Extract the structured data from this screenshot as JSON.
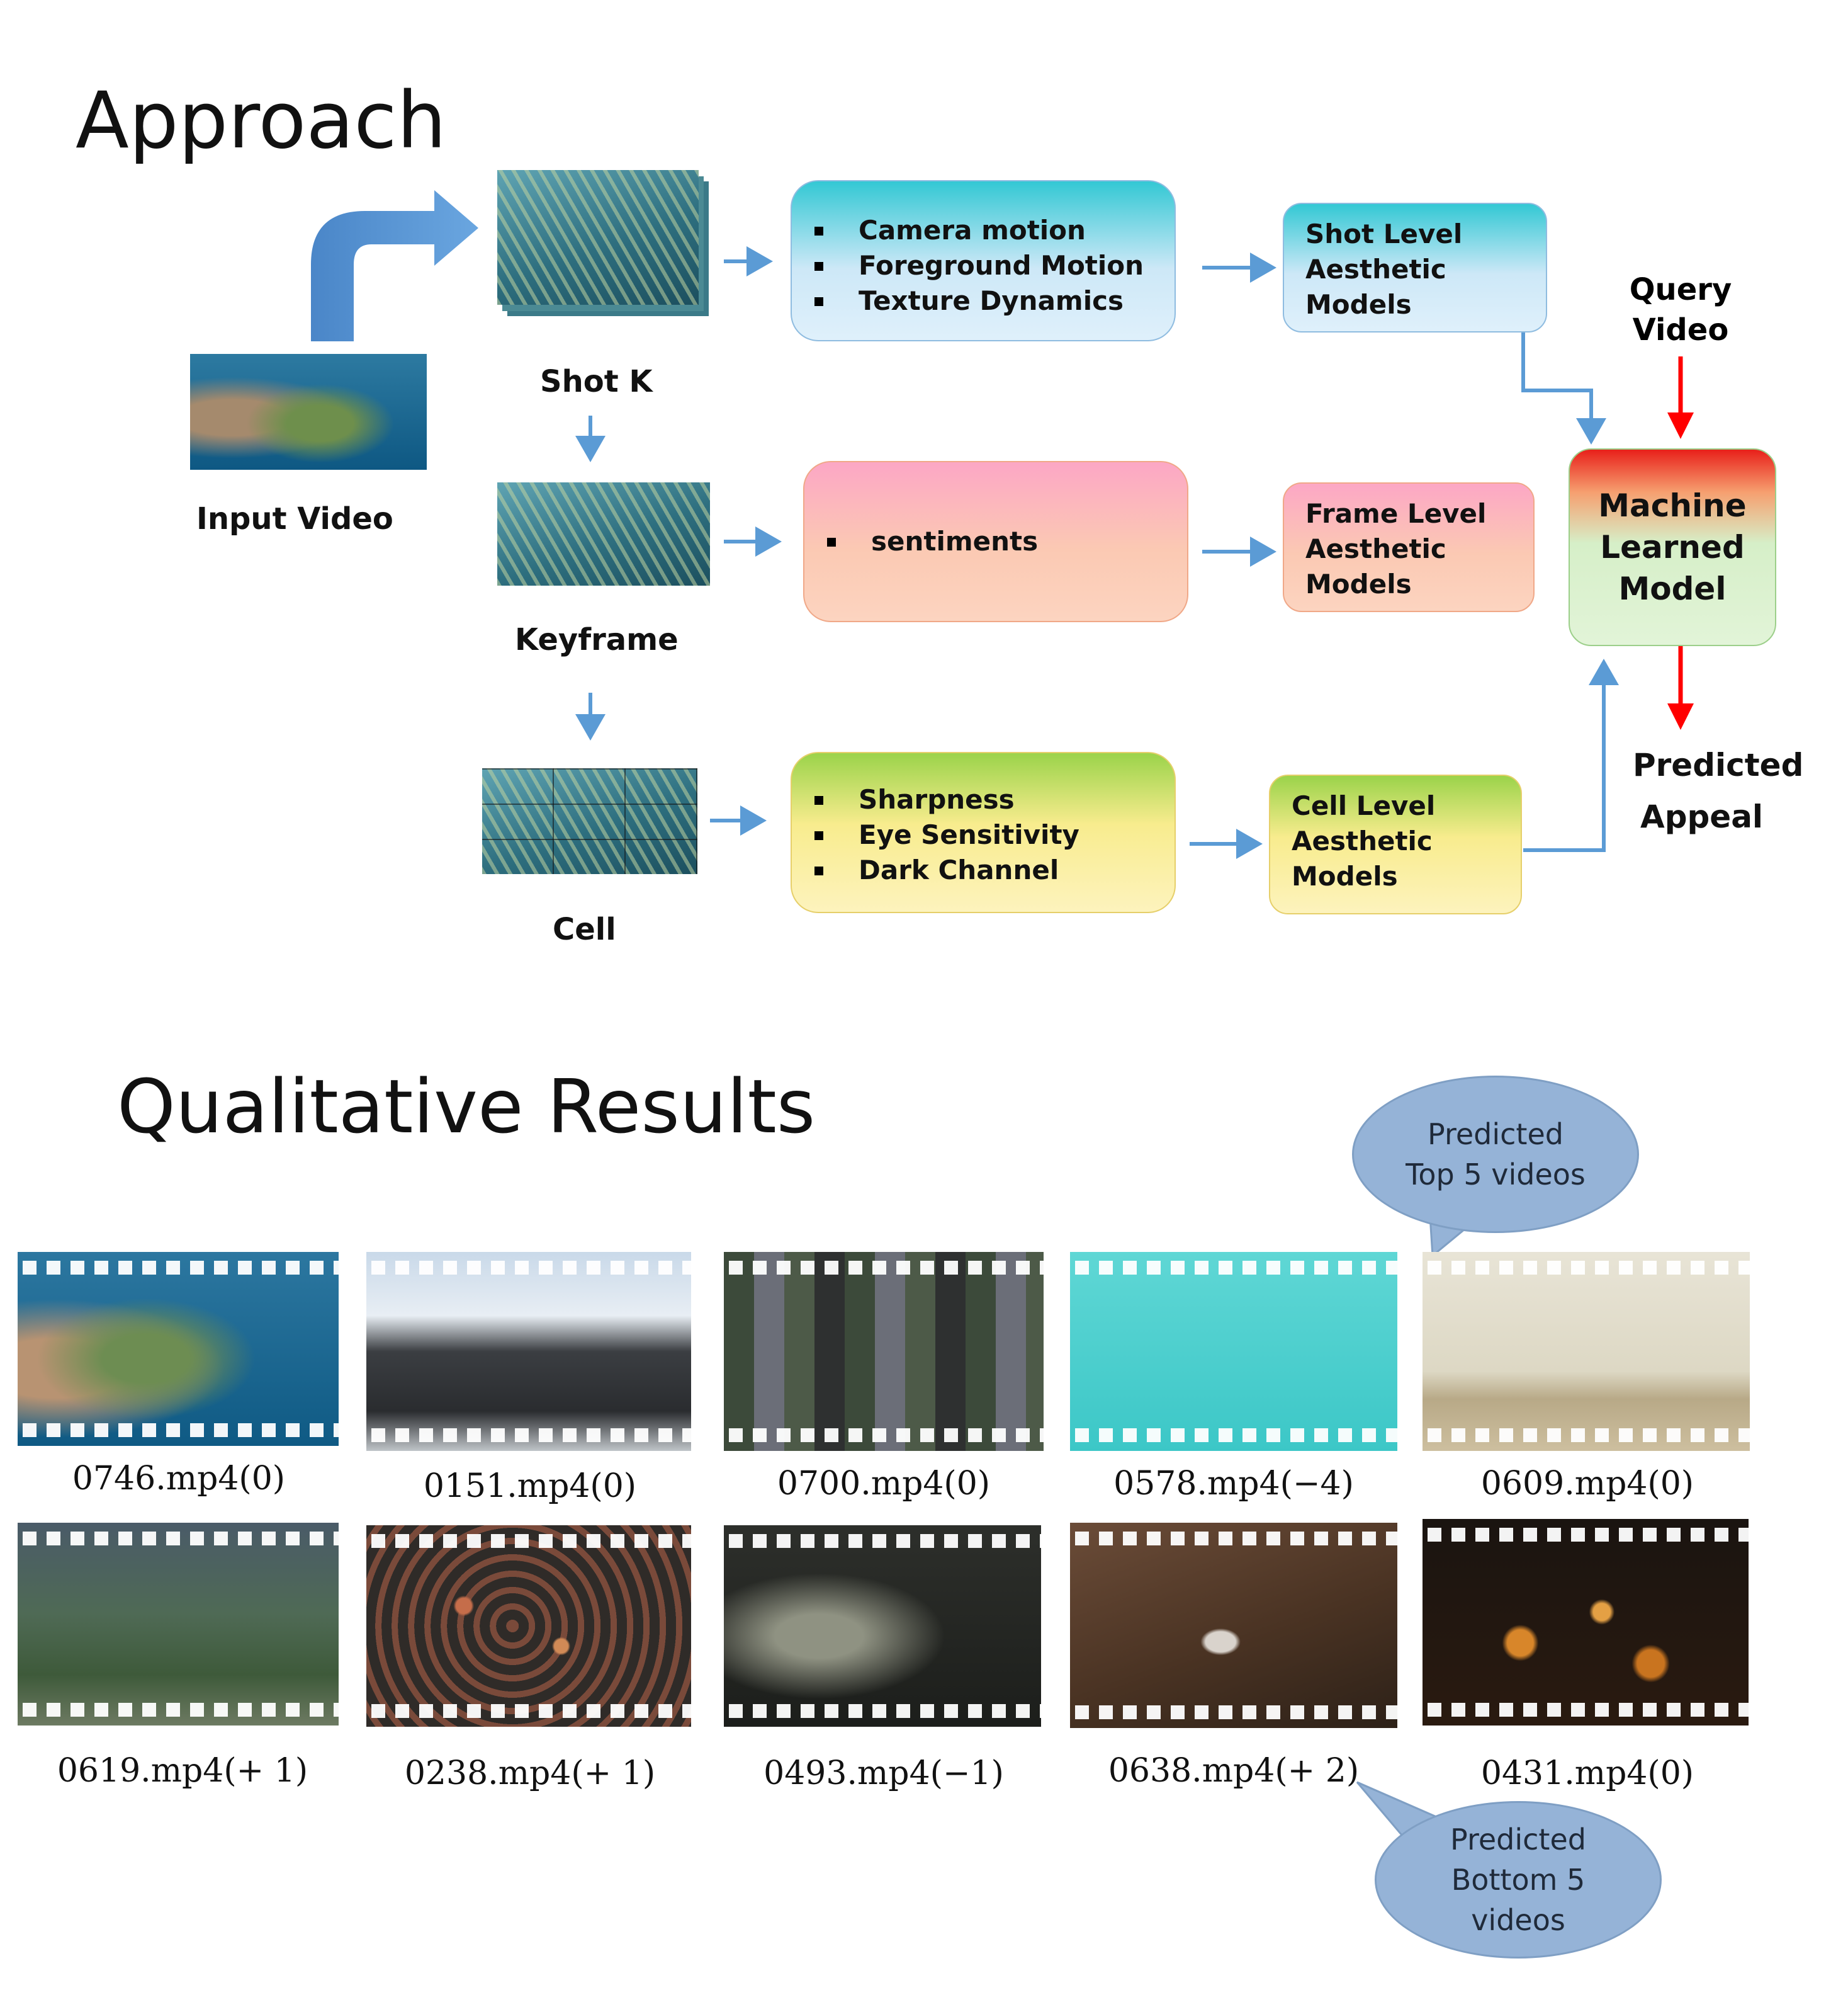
{
  "headings": {
    "approach": "Approach",
    "qualitative": "Qualitative Results"
  },
  "pipeline": {
    "input_label": "Input Video",
    "shot_label": "Shot K",
    "keyframe_label": "Keyframe",
    "cell_label": "Cell",
    "shot_features": [
      "Camera motion",
      "Foreground Motion",
      "Texture Dynamics"
    ],
    "frame_features": [
      "sentiments"
    ],
    "cell_features": [
      "Sharpness",
      "Eye Sensitivity",
      "Dark Channel"
    ],
    "shot_model": [
      "Shot Level",
      "Aesthetic",
      "Models"
    ],
    "frame_model": [
      "Frame Level",
      "Aesthetic",
      "Models"
    ],
    "cell_model": [
      "Cell Level",
      "Aesthetic",
      "Models"
    ],
    "ml_model": [
      "Machine",
      "Learned",
      "Model"
    ],
    "query": [
      "Query",
      "Video"
    ],
    "output": [
      "Predicted",
      "Appeal"
    ]
  },
  "results": {
    "top_row": [
      "0746.mp4(0)",
      "0151.mp4(0)",
      "0700.mp4(0)",
      "0578.mp4(−4)",
      "0609.mp4(0)"
    ],
    "bottom_row": [
      "0619.mp4(+ 1)",
      "0238.mp4(+ 1)",
      "0493.mp4(−1)",
      "0638.mp4(+ 2)",
      "0431.mp4(0)"
    ],
    "callout_top": [
      "Predicted",
      "Top 5 videos"
    ],
    "callout_bottom": [
      "Predicted",
      "Bottom 5",
      "videos"
    ]
  },
  "colors": {
    "arrow_blue": "#5b9bd5",
    "arrow_red": "#ff0000",
    "callout": "#95b3d7"
  },
  "icons": [
    "curved-arrow-icon",
    "film-strip-icon",
    "bullet-icon"
  ]
}
